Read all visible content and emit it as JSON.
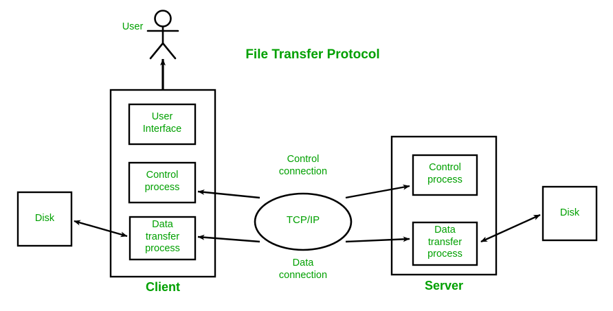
{
  "diagram": {
    "title": "File Transfer Protocol",
    "actor": {
      "label": "User",
      "icon": "stick-figure-icon"
    },
    "client": {
      "title": "Client",
      "components": [
        {
          "id": "user-interface",
          "label": "User\nInterface"
        },
        {
          "id": "control-process",
          "label": "Control\nprocess"
        },
        {
          "id": "data-transfer-process",
          "label": "Data\ntransfer\nprocess"
        }
      ],
      "disk": {
        "label": "Disk"
      }
    },
    "server": {
      "title": "Server",
      "components": [
        {
          "id": "control-process",
          "label": "Control\nprocess"
        },
        {
          "id": "data-transfer-process",
          "label": "Data\ntransfer\nprocess"
        }
      ],
      "disk": {
        "label": "Disk"
      }
    },
    "network": {
      "label": "TCP/IP",
      "shape": "ellipse"
    },
    "connections": [
      {
        "id": "control-connection",
        "label": "Control\nconnection"
      },
      {
        "id": "data-connection",
        "label": "Data\nconnection"
      }
    ],
    "colors": {
      "text_green": "#00a000",
      "stroke_black": "#000000",
      "background": "#ffffff"
    }
  }
}
